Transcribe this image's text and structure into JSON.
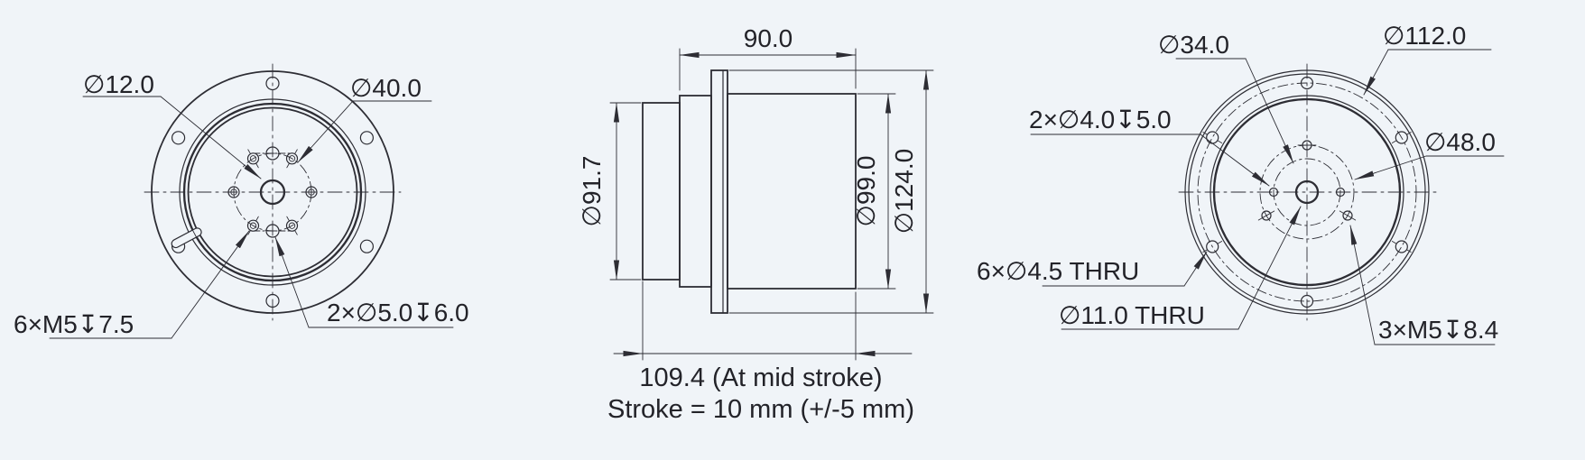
{
  "drawing": {
    "background_color": "#f0f4f8",
    "line_color": "#2d2d34",
    "text_color": "#232329",
    "front_view": {
      "center_hole_dia": "∅12.0",
      "bolt_circle_dia": "∅40.0",
      "tapped_holes": "6×M5↧7.5",
      "dowel_holes": "2×∅5.0↧6.0"
    },
    "side_view": {
      "body_length": "90.0",
      "small_cylinder_dia": "∅91.7",
      "body_dia": "∅99.0",
      "flange_dia": "∅124.0",
      "overall_length": "109.4 (At mid stroke)",
      "stroke_note": "Stroke = 10 mm (+/-5 mm)"
    },
    "rear_view": {
      "pilot_circle_dia": "∅34.0",
      "outer_bolt_circle_dia": "∅112.0",
      "dowel_holes": "2×∅4.0↧5.0",
      "inner_bolt_circle_dia": "∅48.0",
      "mount_holes": "6×∅4.5 THRU",
      "center_hole": "∅11.0 THRU",
      "tapped_holes": "3×M5↧8.4"
    }
  }
}
